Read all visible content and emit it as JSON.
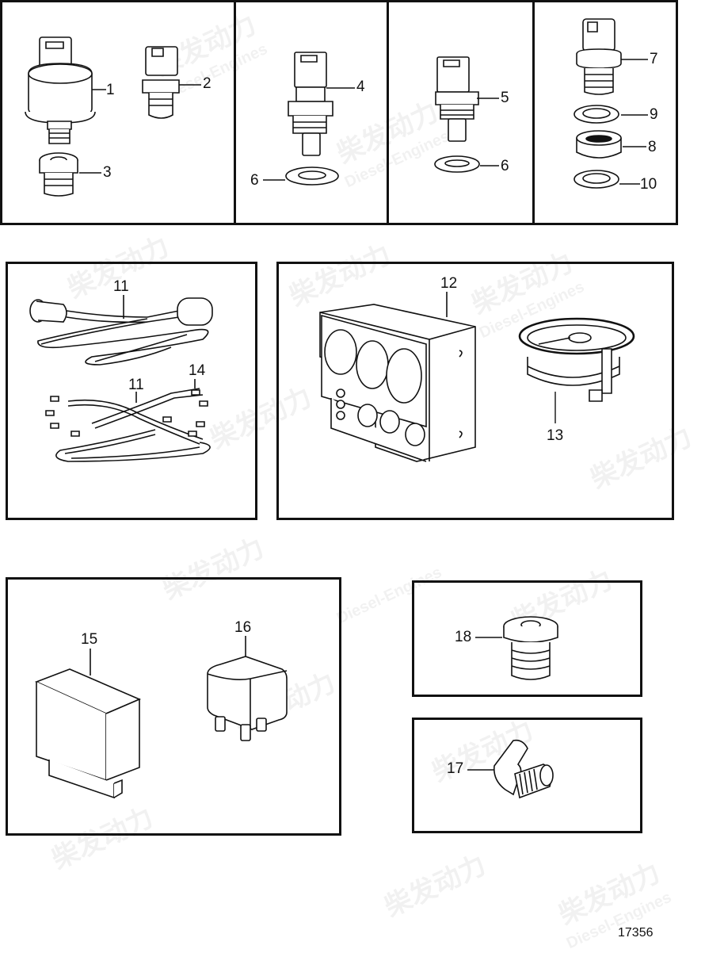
{
  "figure": {
    "number": "17356",
    "type": "exploded parts diagram",
    "watermark": {
      "cn": "柴发动力",
      "en": "Diesel-Engines"
    }
  },
  "panels": [
    {
      "id": "p1",
      "callouts": [
        "1",
        "2",
        "3"
      ]
    },
    {
      "id": "p2",
      "callouts": [
        "4",
        "6"
      ]
    },
    {
      "id": "p3",
      "callouts": [
        "5",
        "6"
      ]
    },
    {
      "id": "p4",
      "callouts": [
        "7",
        "9",
        "8",
        "10"
      ]
    },
    {
      "id": "p5",
      "callouts": [
        "11",
        "11",
        "14"
      ]
    },
    {
      "id": "p6",
      "callouts": [
        "12",
        "13"
      ]
    },
    {
      "id": "p7",
      "callouts": [
        "15",
        "16"
      ]
    },
    {
      "id": "p8",
      "callouts": [
        "18"
      ]
    },
    {
      "id": "p9",
      "callouts": [
        "17"
      ]
    }
  ],
  "labels": {
    "l1": "1",
    "l2": "2",
    "l3": "3",
    "l4": "4",
    "l5": "5",
    "l6a": "6",
    "l6b": "6",
    "l7": "7",
    "l8": "8",
    "l9": "9",
    "l10": "10",
    "l11a": "11",
    "l11b": "11",
    "l12": "12",
    "l13": "13",
    "l14": "14",
    "l15": "15",
    "l16": "16",
    "l17": "17",
    "l18": "18"
  }
}
